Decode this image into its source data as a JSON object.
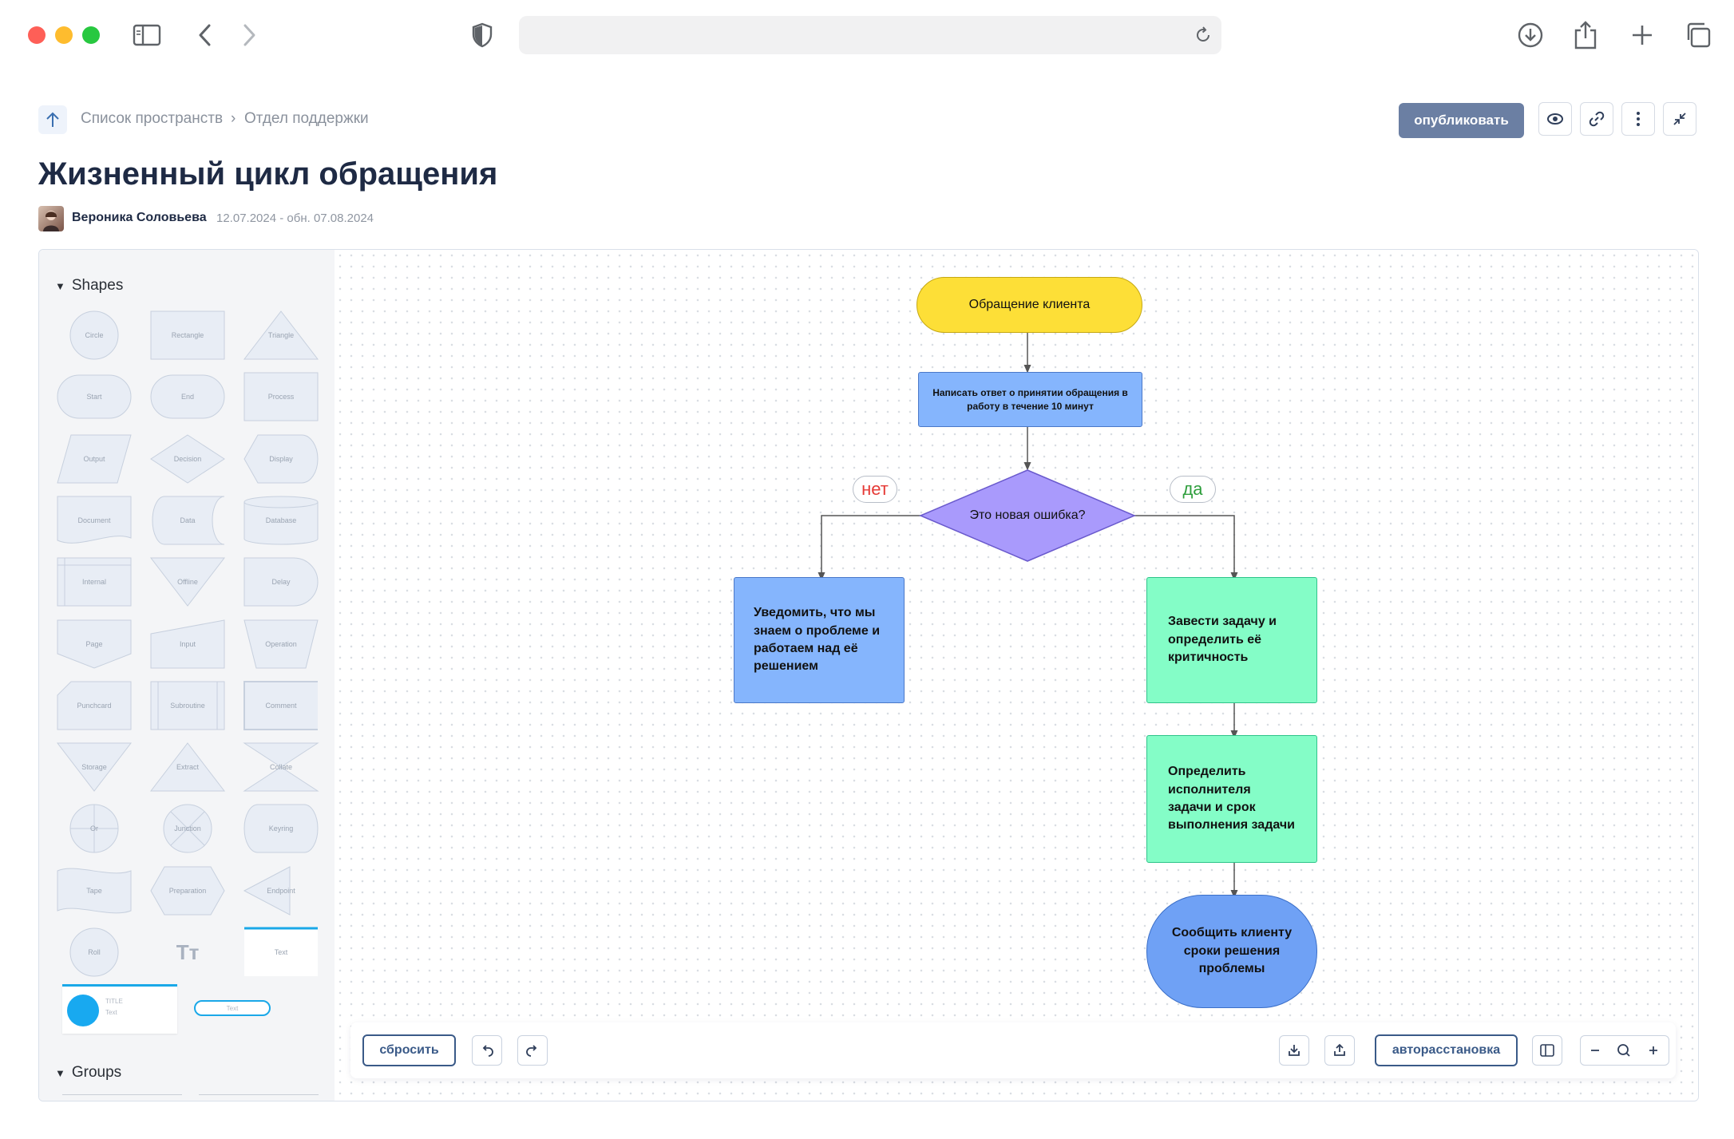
{
  "browser": {
    "icons": [
      "sidebar-toggle-icon",
      "back-icon",
      "forward-icon",
      "shield-icon",
      "reload-icon",
      "download-icon",
      "share-icon",
      "new-tab-icon",
      "tabs-icon"
    ]
  },
  "header": {
    "breadcrumb": [
      "Список пространств",
      "Отдел поддержки"
    ],
    "publish_label": "опубликовать",
    "title": "Жизненный цикл обращения",
    "author": "Вероника Соловьева",
    "dates": "12.07.2024 - обн. 07.08.2024"
  },
  "sidebar": {
    "shapes_heading": "Shapes",
    "groups_heading": "Groups",
    "shapes": [
      "Circle",
      "Rectangle",
      "Triangle",
      "Start",
      "End",
      "Process",
      "Output",
      "Decision",
      "Display",
      "Document",
      "Data",
      "Database",
      "Internal",
      "Offline",
      "Delay",
      "Page",
      "Input",
      "Operation",
      "Punchcard",
      "Subroutine",
      "Comment",
      "Storage",
      "Extract",
      "Collate",
      "Or",
      "Junction",
      "Keyring",
      "Tape",
      "Preparation",
      "Endpoint",
      "Roll",
      "Тт",
      "Text"
    ],
    "card_title": "TITLE",
    "card_text": "Text",
    "pill_text": "Text"
  },
  "flow": {
    "start": "Обращение клиента",
    "step1": "Написать ответ о принятии обращения в работу в течение 10 минут",
    "decision": "Это новая ошибка?",
    "no_label": "нет",
    "yes_label": "да",
    "no_branch": "Уведомить, что мы знаем о проблеме и работаем над её решением",
    "yes_step1": "Завести задачу и определить её критичность",
    "yes_step2": "Определить исполнителя задачи и срок выполнения задачи",
    "end": "Сообщить клиенту сроки решения проблемы"
  },
  "toolbar": {
    "reset_label": "сбросить",
    "auto_layout_label": "авторасстановка"
  },
  "colors": {
    "start": "#fddf37",
    "step": "#85b5fd",
    "decision": "#a99afc",
    "success": "#84fdc7",
    "no": "#e53935",
    "yes": "#2e9e3c",
    "publish": "#6b7fa3"
  }
}
